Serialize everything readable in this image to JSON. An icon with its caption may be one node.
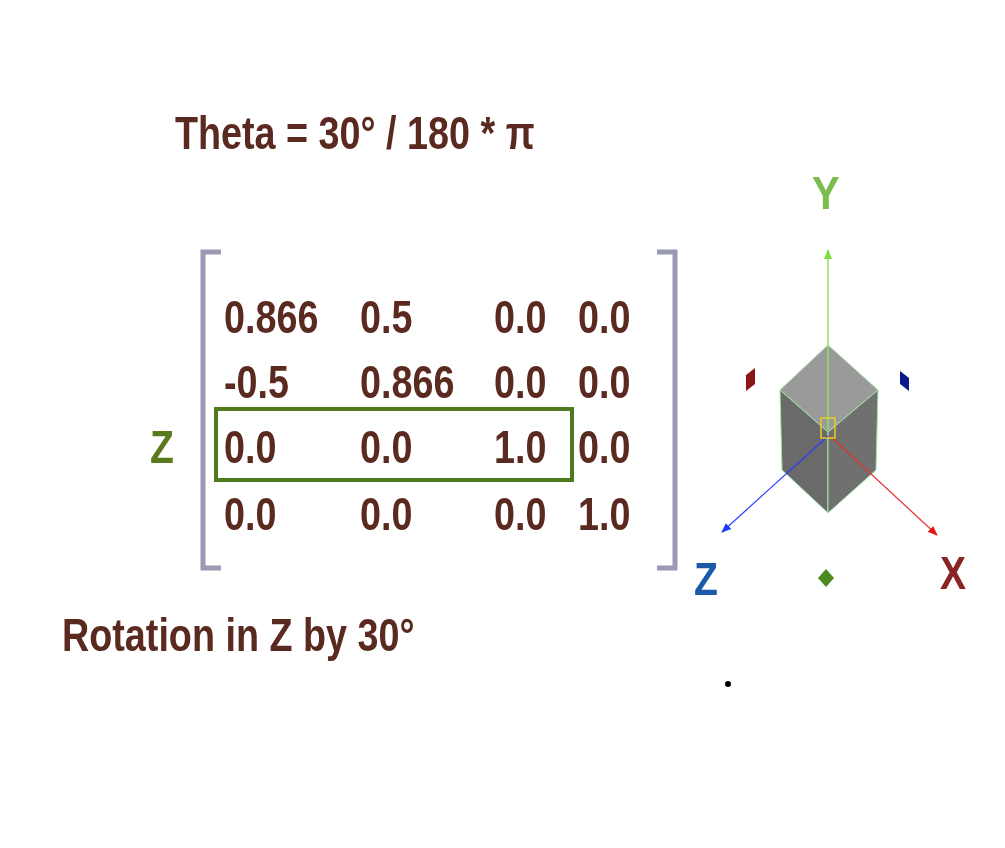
{
  "diagram": {
    "title": "Theta = 30° / 180 * π",
    "caption": "Rotation in Z by 30°",
    "labels": [
      "Y",
      "0.866",
      "0.5",
      "0.0",
      "0.0",
      "-0.5",
      "0.866",
      "0.0",
      "0.0",
      "Z",
      "0.0",
      "0.0",
      "1.0",
      "0.0",
      "0.0",
      "0.0",
      "0.0",
      "1.0",
      "Z",
      "X"
    ]
  }
}
